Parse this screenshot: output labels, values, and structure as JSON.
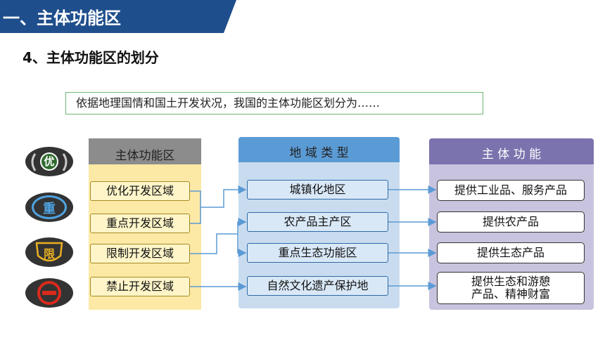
{
  "header": {
    "title": "一、主体功能区"
  },
  "subtitle": "4、主体功能区的划分",
  "intro": "依据地理国情和国土开发状况，我国的主体功能区划分为……",
  "badges": [
    {
      "char": "优",
      "icon": "laurel-badge-icon"
    },
    {
      "char": "重",
      "icon": "blue-ring-badge-icon"
    },
    {
      "char": "限",
      "icon": "shield-badge-icon"
    },
    {
      "char": "",
      "icon": "prohibited-badge-icon"
    }
  ],
  "columns": {
    "zones": {
      "header": "主体功能区",
      "items": [
        "优化开发区域",
        "重点开发区域",
        "限制开发区域",
        "禁止开发区域"
      ]
    },
    "regions": {
      "header": "地 域 类 型",
      "items": [
        "城镇化地区",
        "农产品主产区",
        "重点生态功能区",
        "自然文化遗产保护地"
      ]
    },
    "functions": {
      "header": "主 体 功 能",
      "items": [
        "提供工业品、服务产品",
        "提供农产品",
        "提供生态产品",
        "提供生态和游憩",
        "产品、精神财富"
      ]
    }
  },
  "colors": {
    "banner": "#1f4e8c",
    "zones_panel": "#fde9a6",
    "zones_header": "#8c8c8c",
    "regions_panel": "#c9dcef",
    "regions_header": "#5b9bd5",
    "functions_panel": "#c8c3de",
    "functions_header": "#7b73ad",
    "arrow": "#5b9bd5"
  }
}
